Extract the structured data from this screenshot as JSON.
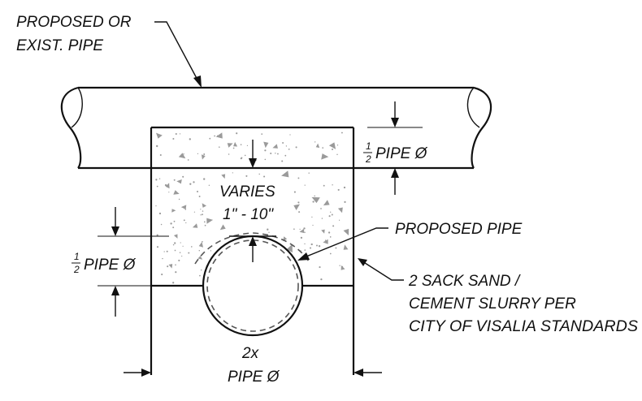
{
  "labels": {
    "existing_pipe_line1": "PROPOSED OR",
    "existing_pipe_line2": "EXIST. PIPE",
    "top_dim_fraction_num": "1",
    "top_dim_fraction_den": "2",
    "top_dim_text": "PIPE Ø",
    "varies_line1": "VARIES",
    "varies_line2": "1\" - 10\"",
    "proposed_pipe": "PROPOSED PIPE",
    "left_dim_fraction_num": "1",
    "left_dim_fraction_den": "2",
    "left_dim_text": "PIPE Ø",
    "slurry_line1": "2 SACK SAND /",
    "slurry_line2": "CEMENT SLURRY  PER",
    "slurry_line3": "CITY OF VISALIA STANDARDS",
    "width_line1": "2x",
    "width_line2": "PIPE Ø"
  },
  "colors": {
    "ink": "#111111",
    "aggregate": "#9a9a9a",
    "background": "#ffffff"
  }
}
